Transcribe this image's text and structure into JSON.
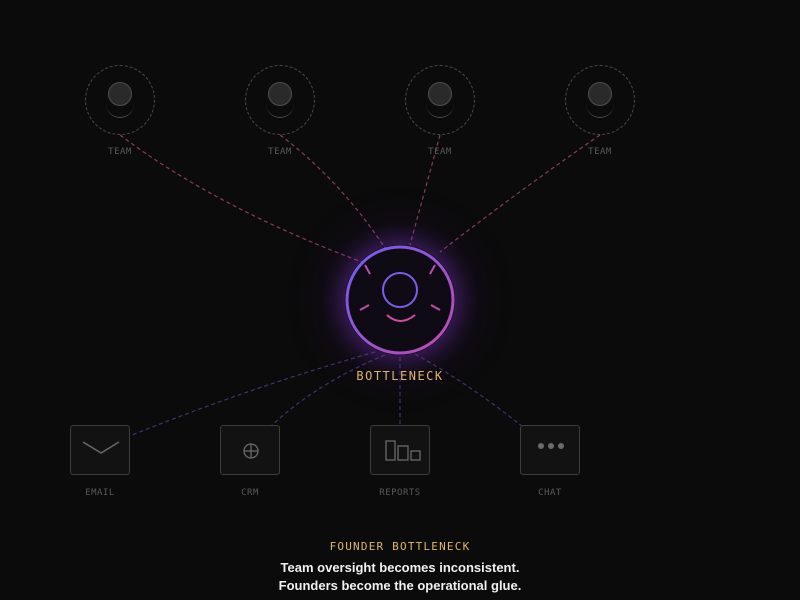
{
  "teams": [
    {
      "label": "TEAM"
    },
    {
      "label": "TEAM"
    },
    {
      "label": "TEAM"
    },
    {
      "label": "TEAM"
    }
  ],
  "hub": {
    "label": "BOTTLENECK"
  },
  "tools": [
    {
      "label": "EMAIL",
      "icon": "envelope-icon"
    },
    {
      "label": "CRM",
      "icon": "crosshair-icon"
    },
    {
      "label": "REPORTS",
      "icon": "bar-chart-icon"
    },
    {
      "label": "CHAT",
      "icon": "chat-dots-icon"
    }
  ],
  "caption": {
    "title": "FOUNDER BOTTLENECK",
    "line1": "Team oversight becomes inconsistent.",
    "line2": "Founders become the operational glue."
  },
  "colors": {
    "background": "#0b0b0b",
    "accent_gold": "#e0b56b",
    "hub_purple": "#7b5cf0",
    "hub_pink": "#c04bb0",
    "team_links": "#8a3a5c",
    "tool_links": "#3b3570"
  }
}
